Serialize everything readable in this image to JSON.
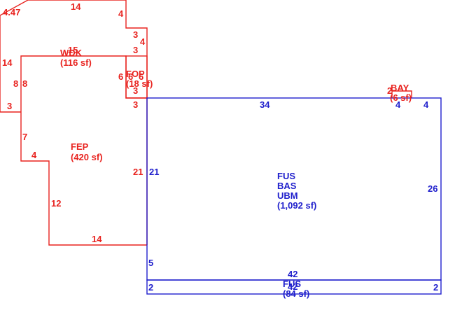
{
  "colors": {
    "red": "#e8231f",
    "blue": "#1f1fcc"
  },
  "areas": {
    "wdk": {
      "name": "WDK",
      "size": "(116 sf)",
      "overlap_num": "15"
    },
    "fop": {
      "name": "FOP",
      "size": "(18 sf)"
    },
    "fep": {
      "name": "FEP",
      "size": "(420 sf)"
    },
    "bay": {
      "name": "BAY",
      "size": "(6 sf)"
    },
    "main": {
      "line1": "FUS",
      "line2": "BAS",
      "line3": "UBM",
      "size": "(1,092 sf)"
    },
    "fus_small": {
      "name": "FUS",
      "size": "(84 sf)",
      "overlap_num": "42"
    }
  },
  "dims": {
    "top_diag": "4.47",
    "top_14": "14",
    "top_4": "4",
    "wdk_right_3a": "3",
    "wdk_right_4": "4",
    "wdk_right_3b": "3",
    "left_14": "14",
    "left_8a": "8",
    "left_8b": "8",
    "left_3": "3",
    "fop_6a": "6",
    "fop_6b": "6",
    "fop_6c": "6",
    "fop_3a": "3",
    "fop_3b": "3",
    "fep_7": "7",
    "fep_4": "4",
    "fep_12": "12",
    "fep_14": "14",
    "fep_21": "21",
    "main_34": "34",
    "main_4a": "4",
    "main_4b": "4",
    "main_21": "21",
    "main_26": "26",
    "main_5": "5",
    "main_42": "42",
    "main_2a": "2",
    "main_2b": "2",
    "bay_2": "2"
  }
}
